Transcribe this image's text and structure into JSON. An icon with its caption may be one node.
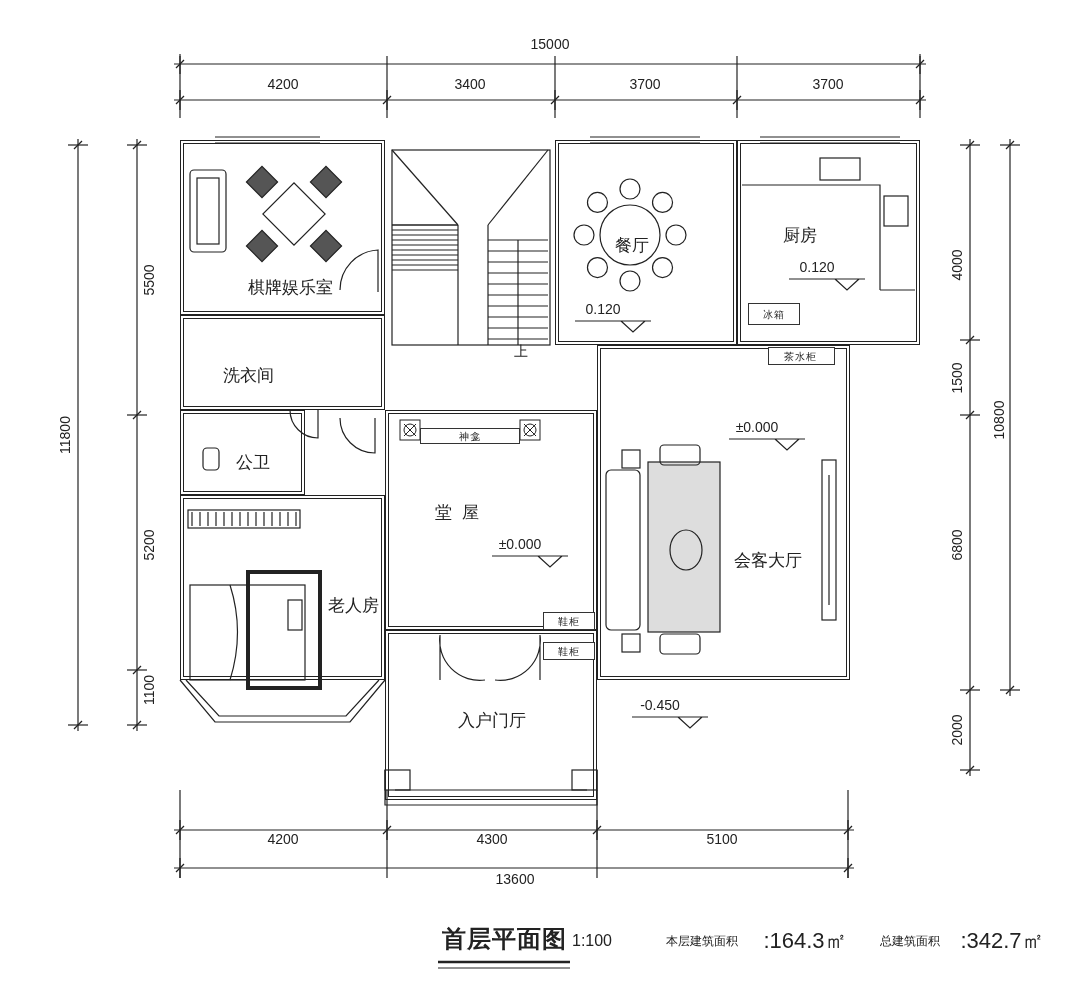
{
  "diagram": {
    "title": "首层平面图",
    "nodes": [
      {
        "text": [
          "棋牌娱乐室"
        ]
      },
      {
        "text": [
          "餐厅"
        ]
      },
      {
        "text": [
          "厨房"
        ]
      },
      {
        "text": [
          "冰箱"
        ],
        "in": 2
      },
      {
        "text": [
          "洗衣间"
        ]
      },
      {
        "text": [
          "会客大厅"
        ]
      },
      {
        "text": [
          "茶水柜"
        ],
        "in": 5
      },
      {
        "text": [
          "堂屋"
        ]
      },
      {
        "text": [
          "神龛"
        ],
        "in": 7
      },
      {
        "text": [
          "公卫"
        ]
      },
      {
        "text": [
          "老人房"
        ]
      },
      {
        "text": [
          "鞋柜"
        ],
        "in": 7
      },
      {
        "text": [
          "入户门厅"
        ]
      },
      {
        "text": [
          "鞋柜"
        ],
        "in": 12
      }
    ],
    "labels": [
      "15000",
      "4200",
      "3400",
      "3700",
      "3700",
      "5500",
      "4000",
      "0.120",
      "0.120",
      "上",
      "1500",
      "11800",
      "10800",
      "±0.000",
      "5200",
      "±0.000",
      "6800",
      "1100",
      "-0.450",
      "2000",
      "4200",
      "4300",
      "5100",
      "13600",
      "1:100",
      "本层建筑面积",
      ":164.3㎡",
      "总建筑面积",
      ":342.7㎡"
    ]
  }
}
